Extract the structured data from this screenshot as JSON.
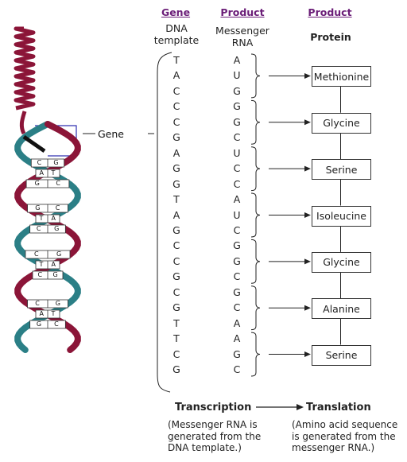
{
  "headers": {
    "gene": "Gene",
    "product_mrna": "Product",
    "product_protein": "Product",
    "dna_template_line1": "DNA",
    "dna_template_line2": "template",
    "mrna_line1": "Messenger",
    "mrna_line2": "RNA",
    "protein": "Protein"
  },
  "gene_label": "Gene",
  "dna_template": [
    "T",
    "A",
    "C",
    "C",
    "C",
    "G",
    "A",
    "G",
    "G",
    "T",
    "A",
    "G",
    "C",
    "C",
    "G",
    "C",
    "G",
    "T",
    "T",
    "C",
    "G"
  ],
  "mrna": [
    "A",
    "U",
    "G",
    "G",
    "G",
    "C",
    "U",
    "C",
    "C",
    "A",
    "U",
    "C",
    "G",
    "G",
    "C",
    "G",
    "C",
    "A",
    "A",
    "G",
    "C"
  ],
  "amino_acids": [
    "Methionine",
    "Glycine",
    "Serine",
    "Isoleucine",
    "Glycine",
    "Alanine",
    "Serine"
  ],
  "footer": {
    "transcription": "Transcription",
    "translation": "Translation",
    "transcription_note": [
      "(Messenger RNA is",
      "generated from the",
      "DNA template.)"
    ],
    "translation_note": [
      "(Amino acid sequence",
      "is generated from the",
      "messenger RNA.)"
    ]
  },
  "helix_base_pairs": [
    [
      "C",
      "G"
    ],
    [
      "A",
      "T"
    ],
    [
      "G",
      "C"
    ],
    [
      "G",
      "C"
    ],
    [
      "T",
      "A"
    ],
    [
      "C",
      "G"
    ],
    [
      "C",
      "G"
    ],
    [
      "T",
      "A"
    ],
    [
      "C",
      "G"
    ],
    [
      "C",
      "G"
    ],
    [
      "A",
      "T"
    ],
    [
      "G",
      "C"
    ]
  ],
  "colors": {
    "header": "#6b1e78",
    "strand_a": "#8b1538",
    "strand_b": "#2b7f86",
    "gene_bracket": "#3030b0"
  }
}
